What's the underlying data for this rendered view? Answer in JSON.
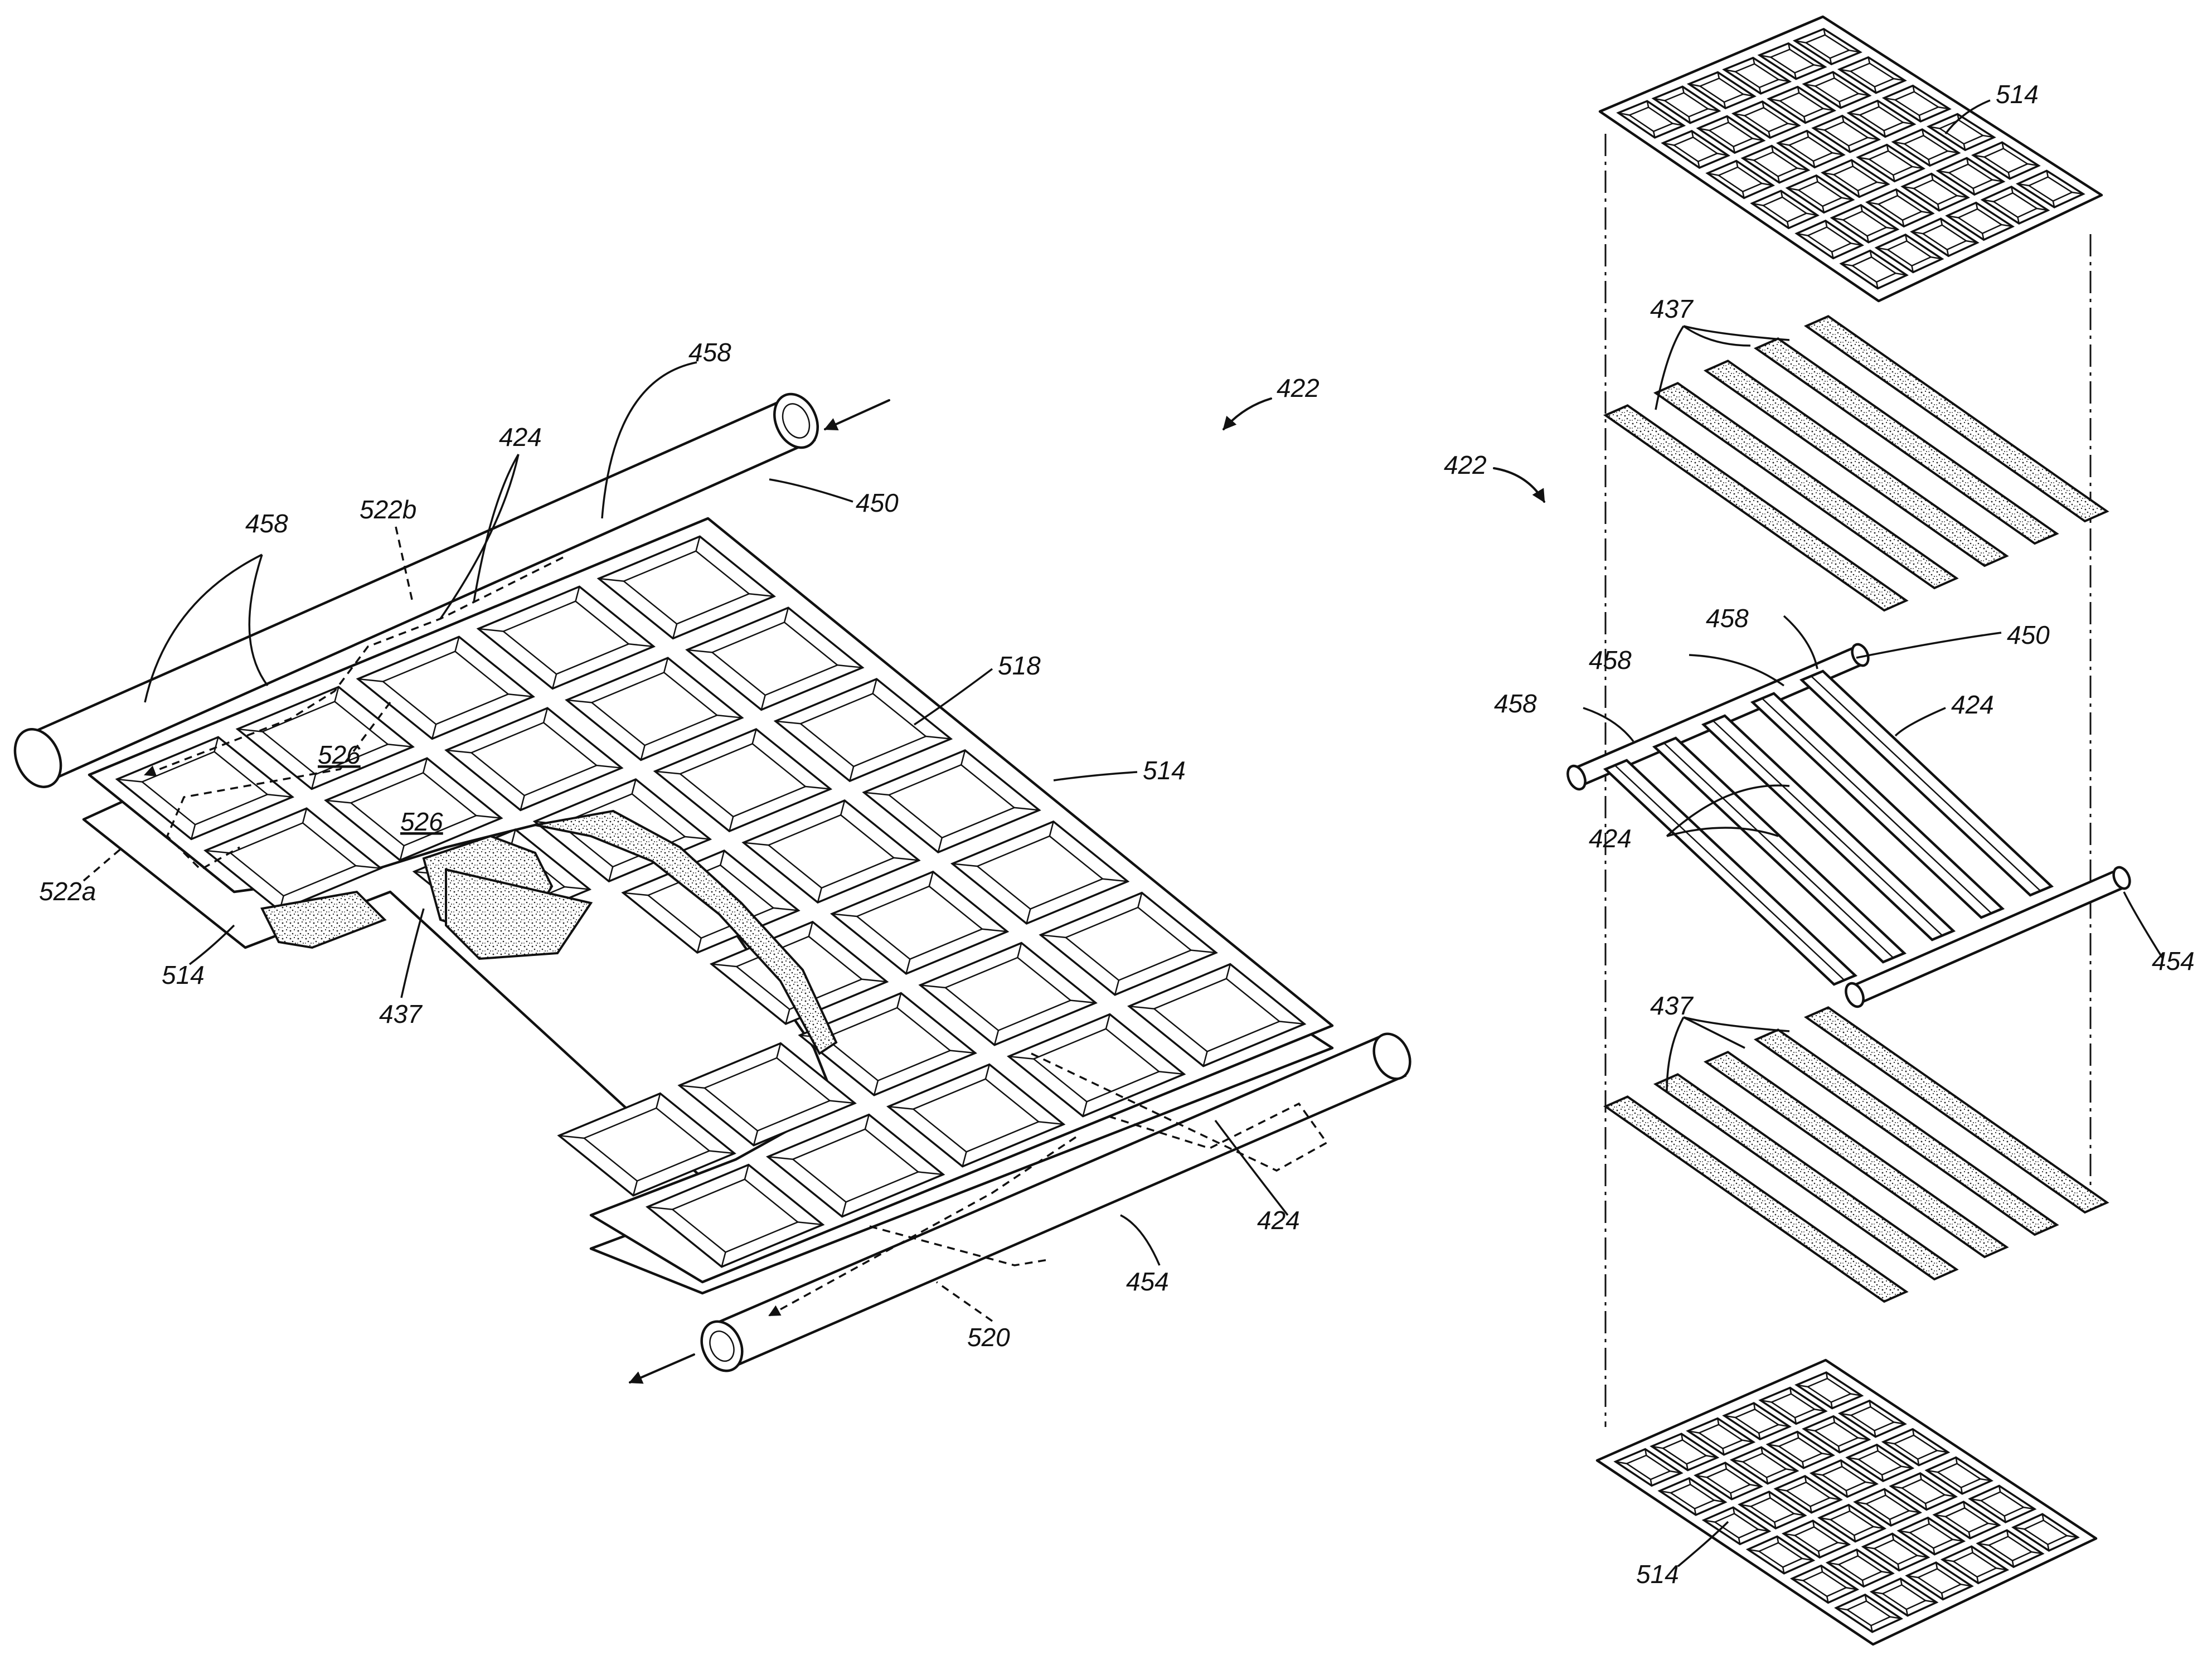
{
  "figure": {
    "labels": {
      "l458_top": "458",
      "l424_top": "424",
      "l522b": "522b",
      "l458_left": "458",
      "l450_left": "450",
      "l422_mid": "422",
      "l518": "518",
      "l514_mid": "514",
      "l526_a": "526",
      "l526_b": "526",
      "l522a": "522a",
      "l514_left": "514",
      "l437_left": "437",
      "l424_bottom": "424",
      "l454_left": "454",
      "l520": "520",
      "l514_right_top": "514",
      "l437_right_top": "437",
      "l422_right": "422",
      "l458_r1": "458",
      "l458_r2": "458",
      "l458_r3": "458",
      "l450_right": "450",
      "l424_r1": "424",
      "l424_r2": "424",
      "l454_right": "454",
      "l437_right_bottom": "437",
      "l514_right_bottom": "514"
    }
  }
}
